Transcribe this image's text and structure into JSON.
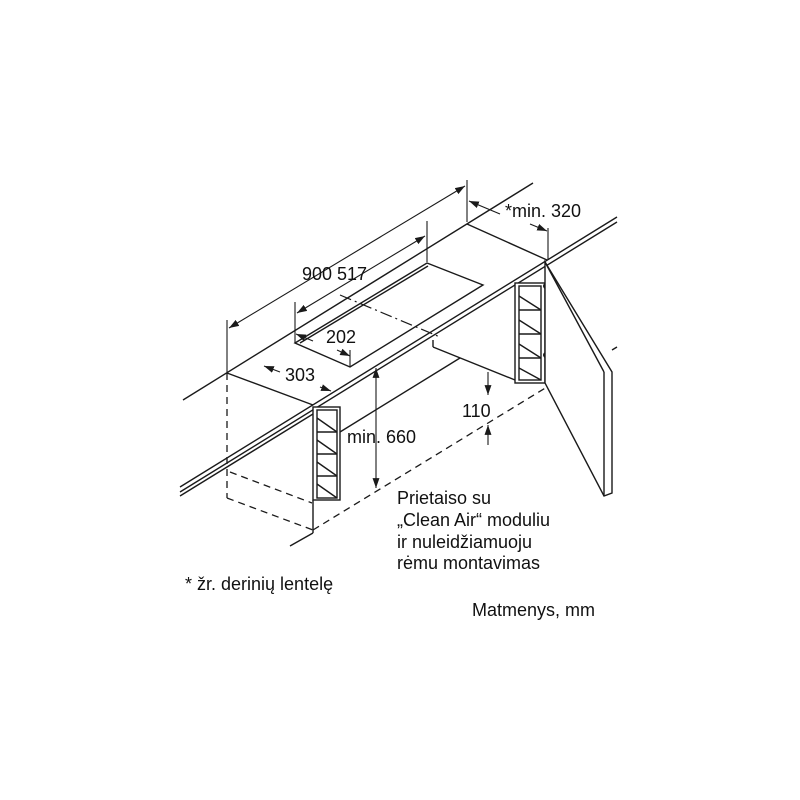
{
  "dimensions": {
    "width_total": "900 517",
    "min_320": "*min. 320",
    "d202": "202",
    "d303": "303",
    "d110": "110",
    "min_660": "min. 660"
  },
  "note_lines": [
    "Prietaiso su",
    "„Clean Air“ moduliu",
    "ir nuleidžiamuoju",
    "rėmu montavimas"
  ],
  "footnote": "* žr. derinių lentelę",
  "units": "Matmenys, mm"
}
